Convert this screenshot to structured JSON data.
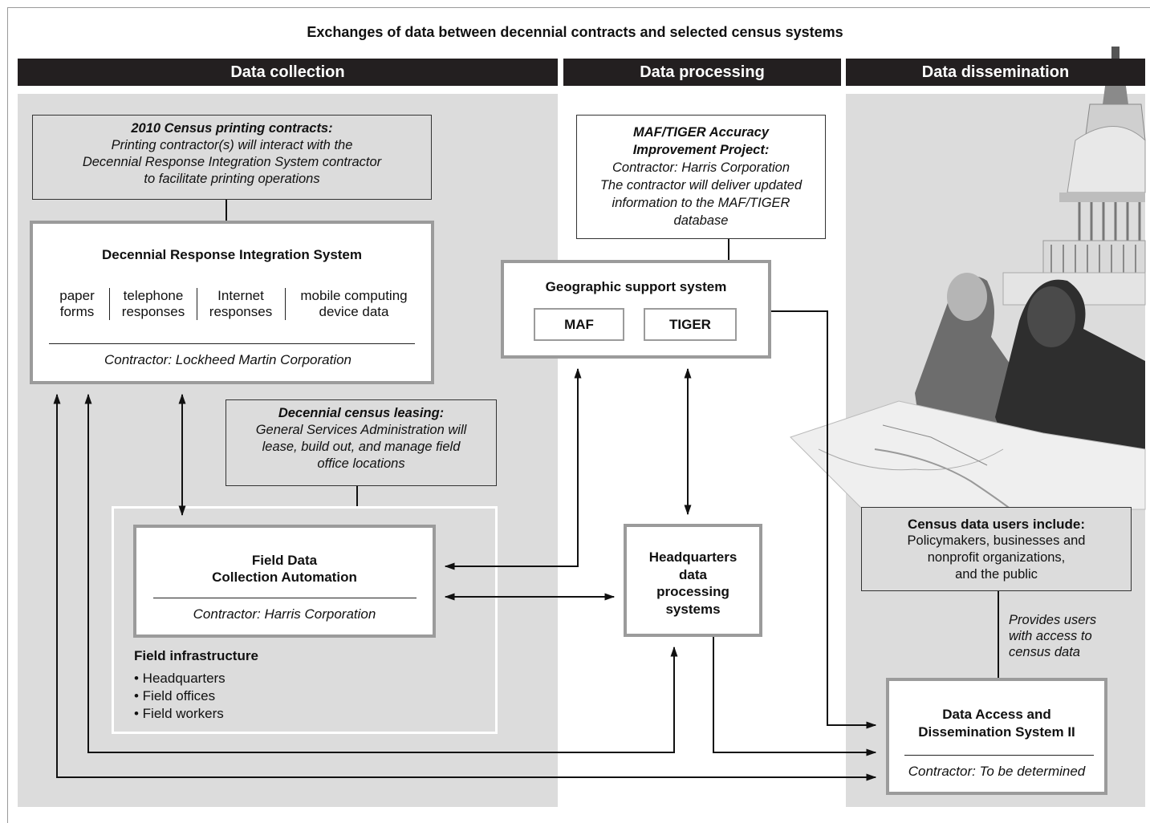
{
  "title": "Exchanges of data between decennial contracts and selected census systems",
  "headers": {
    "collection": "Data collection",
    "processing": "Data processing",
    "dissemination": "Data dissemination"
  },
  "printing": {
    "heading": "2010 Census printing contracts:",
    "lines": [
      "Printing contractor(s) will interact with the",
      "Decennial Response Integration System contractor",
      "to facilitate printing operations"
    ]
  },
  "dris": {
    "title": "Decennial Response Integration System",
    "channels": [
      {
        "line1": "paper",
        "line2": "forms"
      },
      {
        "line1": "telephone",
        "line2": "responses"
      },
      {
        "line1": "Internet",
        "line2": "responses"
      },
      {
        "line1": "mobile computing",
        "line2": "device data"
      }
    ],
    "contractor": "Contractor: Lockheed Martin Corporation"
  },
  "maf_tiger": {
    "heading_line1": "MAF/TIGER Accuracy",
    "heading_line2": "Improvement Project:",
    "lines": [
      "Contractor: Harris Corporation",
      "The contractor will deliver updated",
      "information to the MAF/TIGER",
      "database"
    ]
  },
  "geo": {
    "title": "Geographic support system",
    "maf": "MAF",
    "tiger": "TIGER"
  },
  "leasing": {
    "heading": "Decennial census leasing:",
    "lines": [
      "General Services Administration will",
      "lease, build out, and manage field",
      "office locations"
    ]
  },
  "fdca": {
    "title_line1": "Field Data",
    "title_line2": "Collection Automation",
    "contractor": "Contractor: Harris Corporation"
  },
  "field_infra": {
    "title": "Field infrastructure",
    "items": [
      "• Headquarters",
      "• Field offices",
      "• Field workers"
    ]
  },
  "hq": {
    "lines": [
      "Headquarters",
      "data",
      "processing",
      "systems"
    ]
  },
  "users": {
    "heading": "Census data users include:",
    "lines": [
      "Policymakers, businesses and",
      "nonprofit organizations,",
      "and the public"
    ]
  },
  "provides": {
    "lines": [
      "Provides users",
      "with access to",
      "census data"
    ]
  },
  "dads": {
    "title_line1": "Data Access and",
    "title_line2": "Dissemination System II",
    "contractor": "Contractor: To be determined"
  }
}
